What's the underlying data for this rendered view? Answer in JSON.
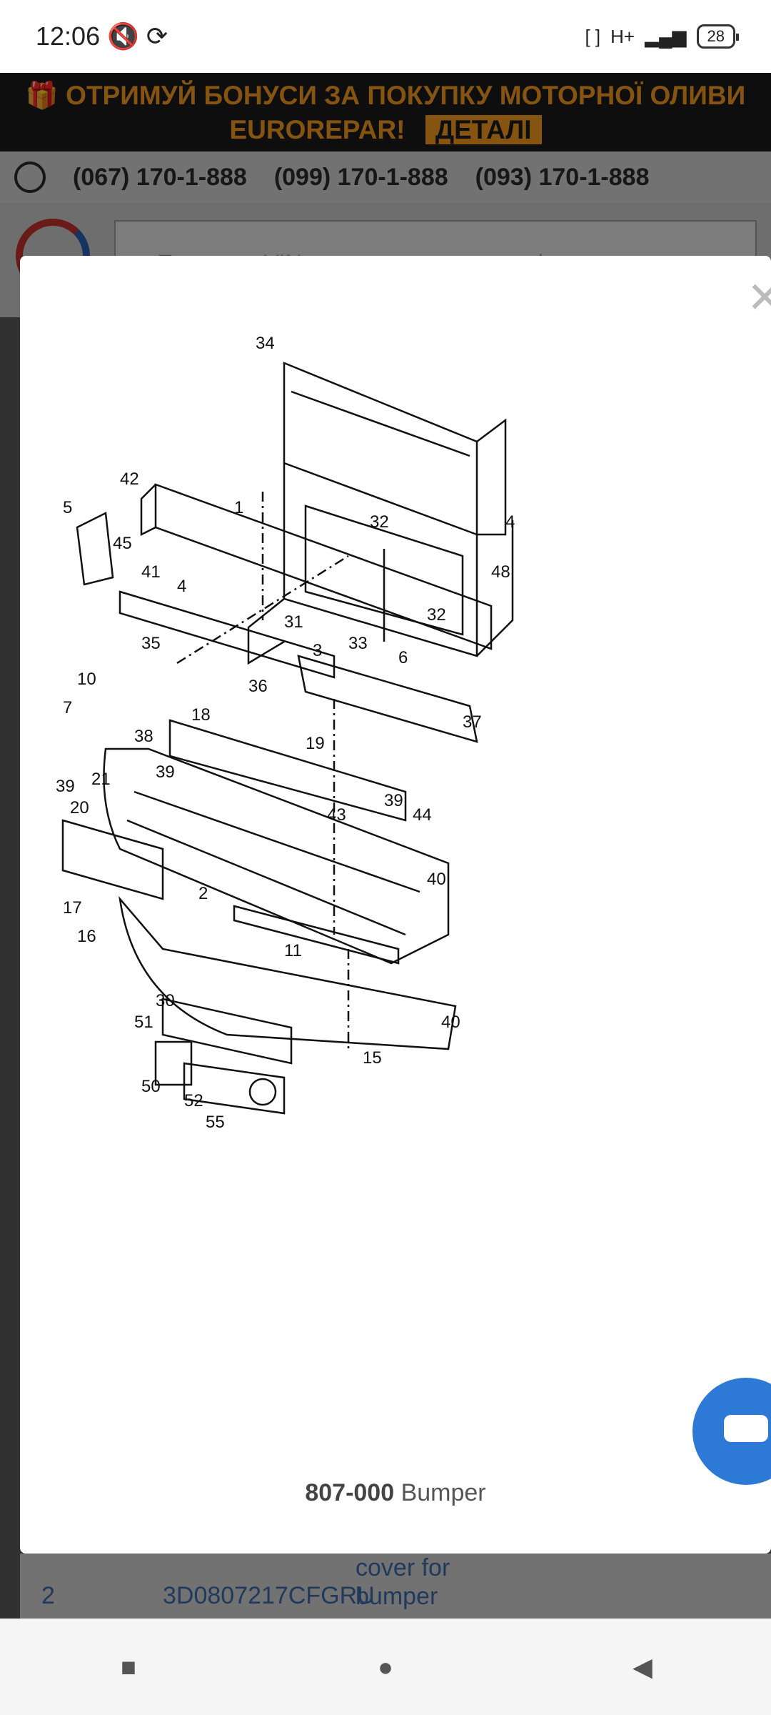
{
  "status": {
    "time": "12:06",
    "network": "H+",
    "battery": "28"
  },
  "promo": {
    "text": "🎁 ОТРИМУЙ БОНУСИ ЗА ПОКУПКУ МОТОРНОЇ ОЛИВИ EUROREPAR!",
    "button": "ДЕТАЛІ"
  },
  "phones": [
    "(067) 170-1-888",
    "(099) 170-1-888",
    "(093) 170-1-888"
  ],
  "search": {
    "placeholder": "Пошук по VIN, номеру товара, марці"
  },
  "modal": {
    "caption_code": "807-000",
    "caption_name": "Bumper"
  },
  "diagram_labels": [
    "34",
    "42",
    "5",
    "45",
    "41",
    "1",
    "32",
    "48",
    "4",
    "31",
    "32",
    "35",
    "33",
    "6",
    "3",
    "36",
    "37",
    "10",
    "7",
    "18",
    "38",
    "19",
    "39",
    "39",
    "21",
    "20",
    "39",
    "43",
    "44",
    "40",
    "17",
    "2",
    "16",
    "11",
    "30",
    "40",
    "51",
    "15",
    "50",
    "52",
    "55",
    "4"
  ],
  "table_row": {
    "index": "2",
    "part_no": "3D0807217CFGRU",
    "desc": "cover for bumper"
  },
  "nav": [
    "square-icon",
    "circle-icon",
    "back-icon"
  ]
}
